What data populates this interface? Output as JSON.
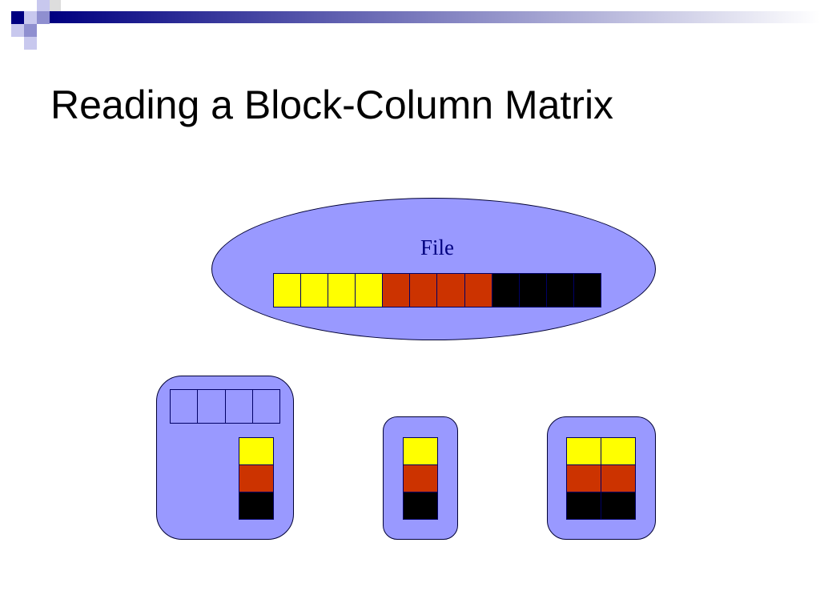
{
  "slide": {
    "title": "Reading a Block-Column Matrix"
  },
  "diagram": {
    "file_label": "File",
    "colors": {
      "block_a": "#ffff00",
      "block_b": "#cc3300",
      "block_c": "#000000",
      "container": "#9999ff",
      "empty": "#9999ff"
    },
    "file_blocks": [
      "block_a",
      "block_a",
      "block_a",
      "block_a",
      "block_b",
      "block_b",
      "block_b",
      "block_b",
      "block_c",
      "block_c",
      "block_c",
      "block_c"
    ],
    "process_1": {
      "buffer_cells": [
        "empty",
        "empty",
        "empty",
        "empty"
      ],
      "column": [
        "block_a",
        "block_b",
        "block_c"
      ]
    },
    "process_2": {
      "column": [
        "block_a",
        "block_b",
        "block_c"
      ]
    },
    "process_3": {
      "columns": [
        [
          "block_a",
          "block_b",
          "block_c"
        ],
        [
          "block_a",
          "block_b",
          "block_c"
        ]
      ]
    }
  }
}
